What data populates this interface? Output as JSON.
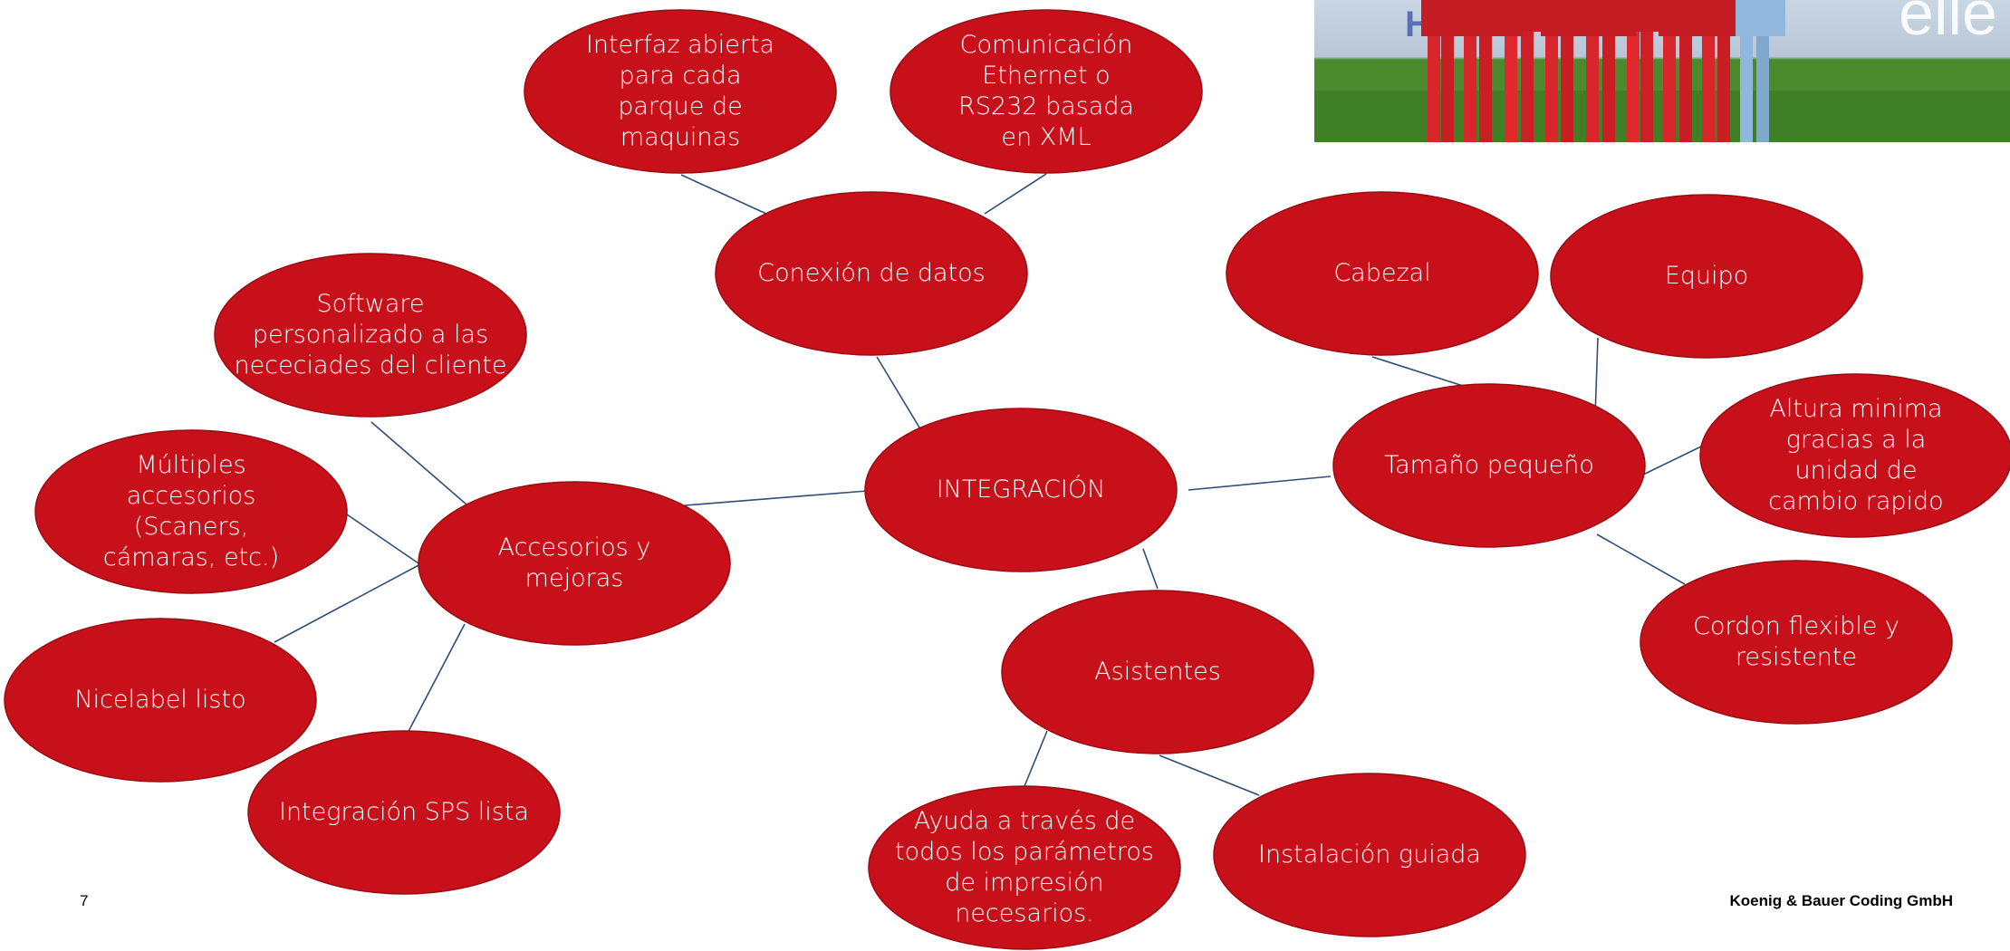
{
  "colors": {
    "node_fill": "#c8101a",
    "node_stroke": "#9a0c12",
    "edge": "#2e4d7b",
    "text": "#ffffff"
  },
  "nodes": [
    {
      "id": "integracion",
      "label": "INTEGRACIÓN"
    },
    {
      "id": "conexion",
      "label": "Conexión de datos"
    },
    {
      "id": "interfaz",
      "label": "Interfaz abierta\npara cada\nparque de\nmaquinas"
    },
    {
      "id": "comunicacion",
      "label": "Comunicación\nEthernet o\nRS232 basada\nen XML"
    },
    {
      "id": "accesorios",
      "label": "Accesorios y\nmejoras"
    },
    {
      "id": "software",
      "label": "Software\npersonalizado a las\nnececiades del cliente"
    },
    {
      "id": "multiples",
      "label": "Múltiples\naccesorios\n(Scaners,\ncámaras, etc.)"
    },
    {
      "id": "nicelabel",
      "label": "Nicelabel listo"
    },
    {
      "id": "sps",
      "label": "Integración SPS lista"
    },
    {
      "id": "tamano",
      "label": "Tamaño pequeño"
    },
    {
      "id": "cabezal",
      "label": "Cabezal"
    },
    {
      "id": "equipo",
      "label": "Equipo"
    },
    {
      "id": "altura",
      "label": "Altura minima\ngracias a la\nunidad de\ncambio rapido"
    },
    {
      "id": "cordon",
      "label": "Cordon flexible y\nresistente"
    },
    {
      "id": "asistentes",
      "label": "Asistentes"
    },
    {
      "id": "ayuda",
      "label": "Ayuda a través de\ntodos los parámetros\nde impresión\nnecesarios."
    },
    {
      "id": "instalacion",
      "label": "Instalación guiada"
    }
  ],
  "edges": [
    [
      "integracion",
      "conexion"
    ],
    [
      "conexion",
      "interfaz"
    ],
    [
      "conexion",
      "comunicacion"
    ],
    [
      "integracion",
      "accesorios"
    ],
    [
      "accesorios",
      "software"
    ],
    [
      "accesorios",
      "multiples"
    ],
    [
      "accesorios",
      "nicelabel"
    ],
    [
      "accesorios",
      "sps"
    ],
    [
      "integracion",
      "tamano"
    ],
    [
      "tamano",
      "cabezal"
    ],
    [
      "tamano",
      "equipo"
    ],
    [
      "tamano",
      "altura"
    ],
    [
      "tamano",
      "cordon"
    ],
    [
      "integracion",
      "asistentes"
    ],
    [
      "asistentes",
      "ayuda"
    ],
    [
      "asistentes",
      "instalacion"
    ]
  ],
  "footer": {
    "page_number": "7",
    "company": "Koenig & Bauer Coding GmbH"
  },
  "photo": {
    "subject": "football-team-huddle-photo",
    "banner_text": "elle"
  }
}
